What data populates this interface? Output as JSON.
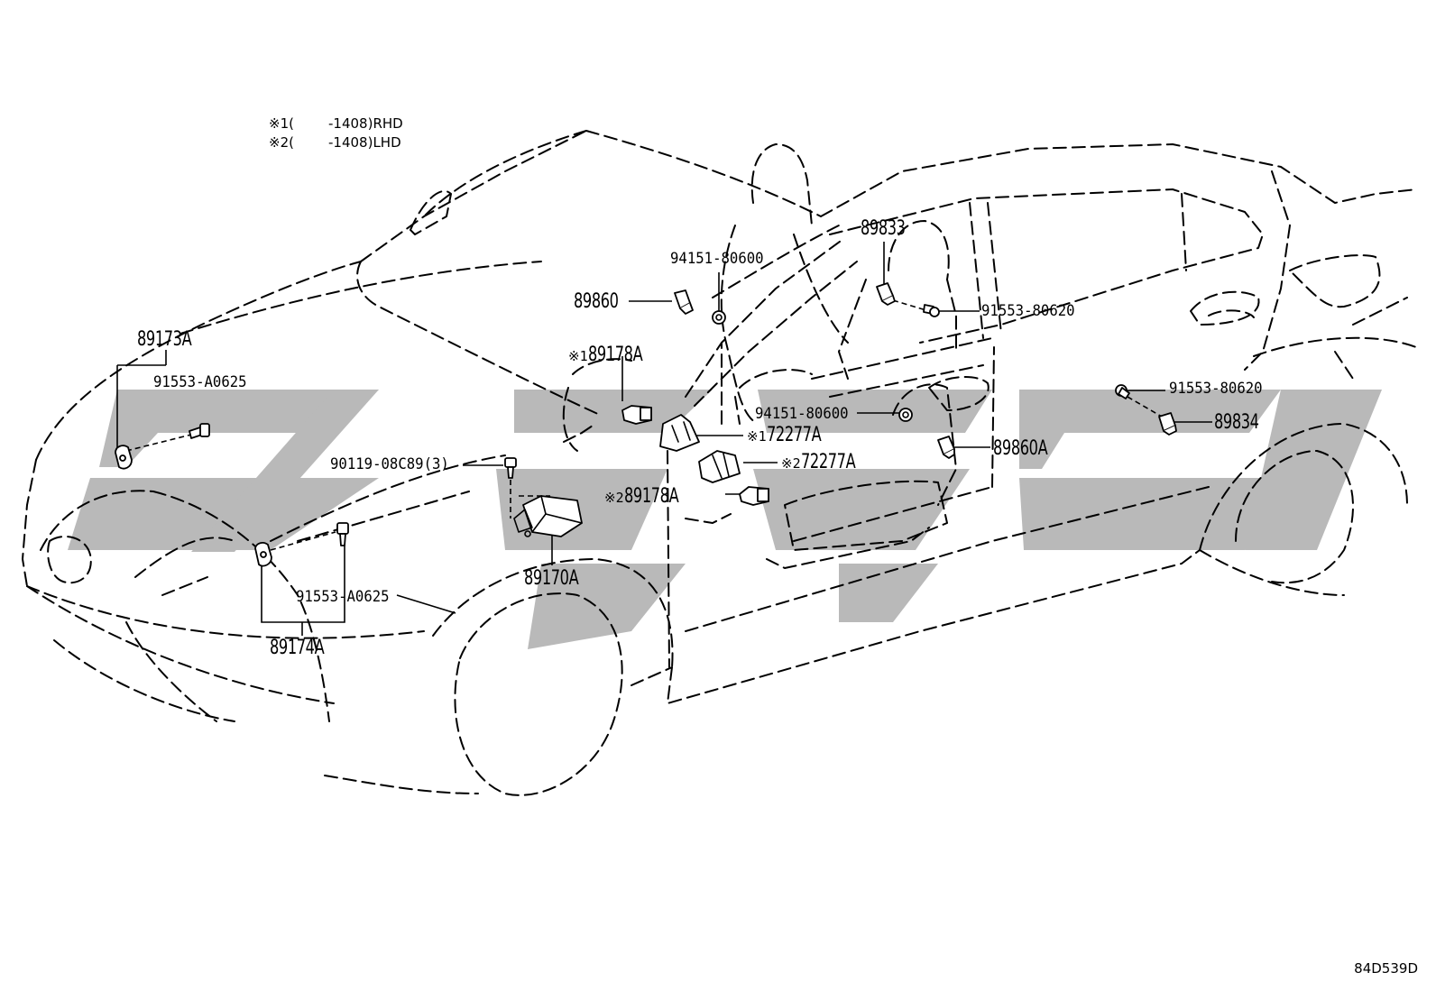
{
  "notes": [
    {
      "mark": "※1",
      "paren": "(",
      "range": "-1408)",
      "side": "RHD"
    },
    {
      "mark": "※2",
      "paren": "(",
      "range": "-1408)",
      "side": "LHD"
    }
  ],
  "labels": {
    "p89173A": "89173A",
    "p91553_A0625_top": "91553-A0625",
    "p90119": "90119-08C89(3)",
    "p91553_A0625_bottom": "91553-A0625",
    "p89174A": "89174A",
    "p89170A": "89170A",
    "p89860": "89860",
    "p94151_80600_top": "94151-80600",
    "p89178A_1_mark": "※1",
    "p89178A_1": "89178A",
    "p72277A_1_mark": "※1",
    "p72277A_1": "72277A",
    "p72277A_2_mark": "※2",
    "p72277A_2": "72277A",
    "p89178A_2_mark": "※2",
    "p89178A_2": "89178A",
    "p89833": "89833",
    "p91553_80620_mid": "91553-80620",
    "p94151_80600_mid": "94151-80600",
    "p89860A": "89860A",
    "p91553_80620_right": "91553-80620",
    "p89834": "89834"
  },
  "diagram_code": "84D539D",
  "colors": {
    "line": "#000000",
    "watermark": "#b9b9b9",
    "background": "#ffffff"
  }
}
